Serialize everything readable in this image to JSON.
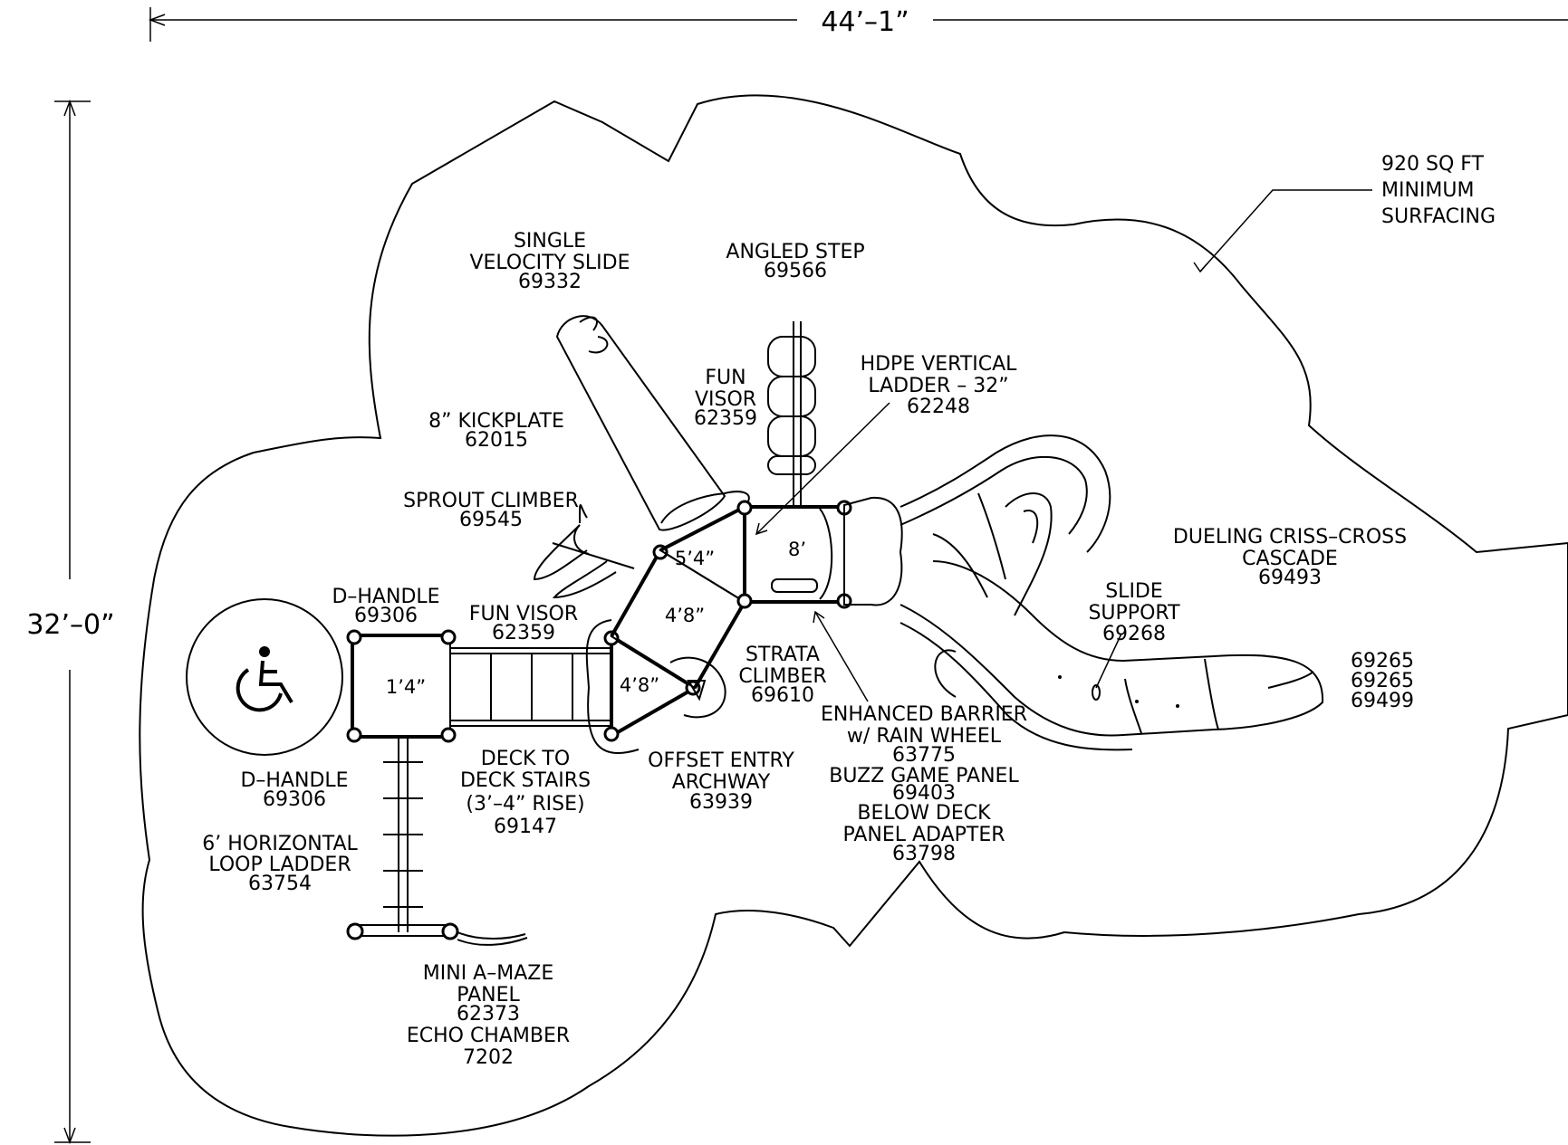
{
  "dimensions": {
    "width": "44’–1”",
    "height": "32’–0”"
  },
  "surfacing_note": [
    "920 SQ FT",
    "MINIMUM",
    "SURFACING"
  ],
  "deck_heights": {
    "main": "8’",
    "upper": "5’4”",
    "middle": "4’8”",
    "lower": "4’8”",
    "landing": "1’4”"
  },
  "labels": {
    "single_velocity_slide": [
      "SINGLE",
      "VELOCITY SLIDE",
      "69332"
    ],
    "angled_step": [
      "ANGLED STEP",
      "69566"
    ],
    "fun_visor_top": [
      "FUN",
      "VISOR",
      "62359"
    ],
    "hdpe_vertical_ladder": [
      "HDPE VERTICAL",
      "LADDER – 32”",
      "62248"
    ],
    "kickplate": [
      "8” KICKPLATE",
      "62015"
    ],
    "sprout_climber": [
      "SPROUT CLIMBER",
      "69545"
    ],
    "dueling_criss_cross": [
      "DUELING CRISS–CROSS",
      "CASCADE",
      "69493"
    ],
    "slide_support": [
      "SLIDE",
      "SUPPORT",
      "69268"
    ],
    "part_numbers_right": [
      "69265",
      "69265",
      "69499"
    ],
    "d_handle_top": [
      "D–HANDLE",
      "69306"
    ],
    "fun_visor_mid": [
      "FUN VISOR",
      "62359"
    ],
    "strata_climber": [
      "STRATA",
      "CLIMBER",
      "69610"
    ],
    "enhanced_barrier": [
      "ENHANCED BARRIER",
      "w/ RAIN WHEEL",
      "63775",
      "BUZZ GAME PANEL",
      "69403",
      "BELOW DECK",
      "PANEL ADAPTER",
      "63798"
    ],
    "deck_to_deck_stairs": [
      "DECK TO",
      "DECK STAIRS",
      "(3’–4” RISE)",
      "69147"
    ],
    "offset_entry_archway": [
      "OFFSET ENTRY",
      "ARCHWAY",
      "63939"
    ],
    "d_handle_bottom": [
      "D–HANDLE",
      "69306"
    ],
    "horizontal_loop_ladder": [
      "6’ HORIZONTAL",
      "LOOP LADDER",
      "63754"
    ],
    "mini_a_maze": [
      "MINI A–MAZE",
      "PANEL",
      "62373",
      "ECHO CHAMBER",
      "7202"
    ]
  },
  "icons": {
    "accessibility": "wheelchair-icon"
  },
  "colors": {
    "line": "#000000",
    "background": "#ffffff"
  }
}
